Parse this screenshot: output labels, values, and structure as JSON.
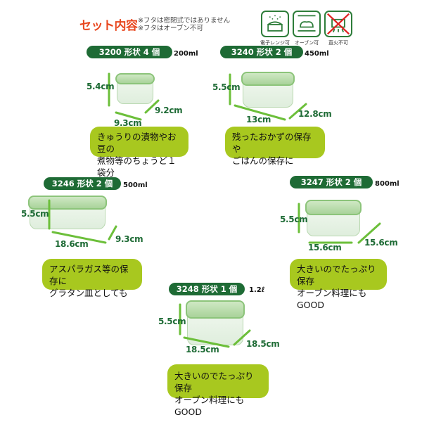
{
  "header": {
    "title": "セット内容",
    "notes": [
      "※フタは密閉式ではありません",
      "※フタはオーブン不可"
    ],
    "icons": [
      {
        "name": "microwave-icon",
        "label": "電子レンジ可"
      },
      {
        "name": "oven-icon",
        "label": "オーブン可"
      },
      {
        "name": "direct-fire-prohibited-icon",
        "label": "直火不可"
      }
    ]
  },
  "colors": {
    "title": "#e8471f",
    "pill": "#1e6b35",
    "bubble": "#a8c81f",
    "dimension": "#1e6b35"
  },
  "items": [
    {
      "label": "3200 形状  4 個",
      "volume": "200ml",
      "height": "5.4cm",
      "width": "9.3cm",
      "depth": "9.2cm",
      "description": [
        "きゅうりの漬物やお豆の",
        "煮物等のちょうど１袋分"
      ]
    },
    {
      "label": "3240 形状  2 個",
      "volume": "450ml",
      "height": "5.5cm",
      "width": "13cm",
      "depth": "12.8cm",
      "description": [
        "残ったおかずの保存や",
        "ごはんの保存に"
      ]
    },
    {
      "label": "3246 形状  2 個",
      "volume": "500ml",
      "height": "5.5cm",
      "width": "18.6cm",
      "depth": "9.3cm",
      "description": [
        "アスパラガス等の保存に",
        "グラタン皿としても"
      ]
    },
    {
      "label": "3247 形状  2 個",
      "volume": "800ml",
      "height": "5.5cm",
      "width": "15.6cm",
      "depth": "15.6cm",
      "description": [
        "大きいのでたっぷり保存",
        "オーブン料理にもGOOD"
      ]
    },
    {
      "label": "3248 形状  1 個",
      "volume": "1.2ℓ",
      "height": "5.5cm",
      "width": "18.5cm",
      "depth": "18.5cm",
      "description": [
        "大きいのでたっぷり保存",
        "オーブン料理にもGOOD"
      ]
    }
  ]
}
